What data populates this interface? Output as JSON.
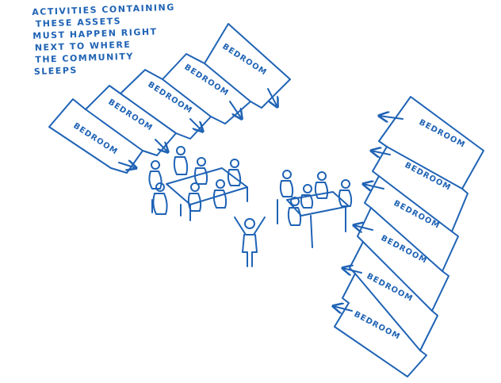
{
  "note": {
    "lines": [
      "ACTIVITIES CONTAINING",
      "THESE ASSETS",
      "MUST HAPPEN RIGHT",
      "NEXT TO WHERE",
      "THE COMMUNITY",
      "SLEEPS"
    ]
  },
  "rooms": {
    "left": [
      "BEDROOM",
      "BEDROOM",
      "BEDROOM",
      "BEDROOM",
      "BEDROOM"
    ],
    "right": [
      "BEDROOM",
      "BEDROOM",
      "BEDROOM",
      "BEDROOM",
      "BEDROOM",
      "BEDROOM"
    ]
  },
  "ink_color": "#1f63b5"
}
